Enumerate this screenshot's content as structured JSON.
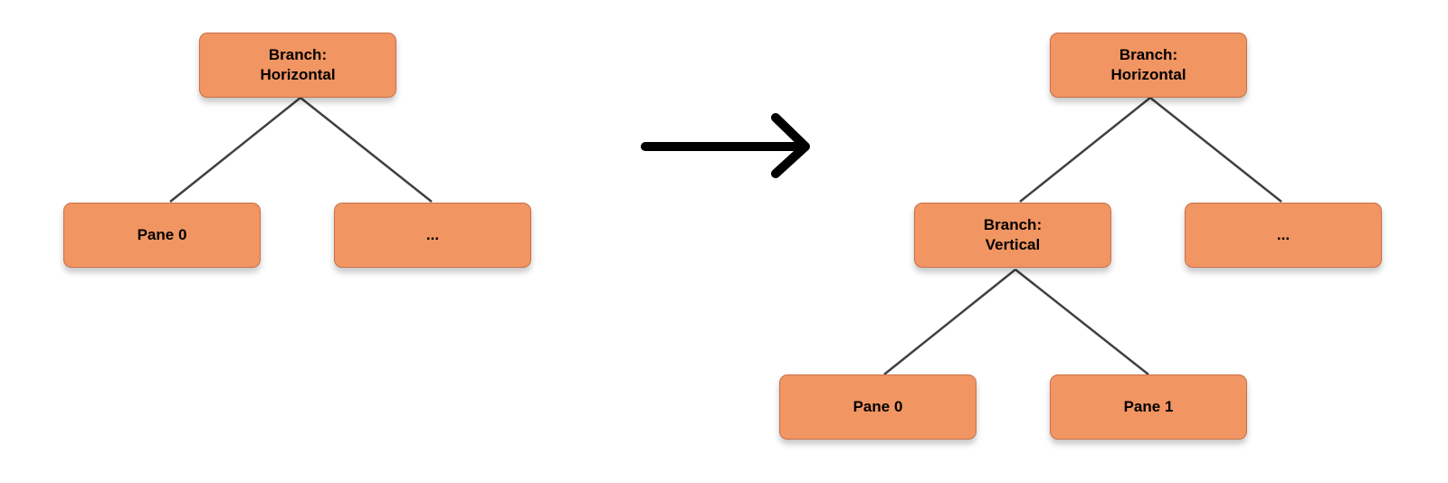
{
  "left_tree": {
    "root": {
      "line1": "Branch:",
      "line2": "Horizontal"
    },
    "pane0": "Pane 0",
    "rest": "..."
  },
  "right_tree": {
    "root": {
      "line1": "Branch:",
      "line2": "Horizontal"
    },
    "branch": {
      "line1": "Branch:",
      "line2": "Vertical"
    },
    "rest": "...",
    "pane0": "Pane 0",
    "pane1": "Pane 1"
  },
  "colors": {
    "node_fill": "#f19562",
    "node_border": "#c8714a",
    "edge": "#404040",
    "arrow": "#000000"
  }
}
